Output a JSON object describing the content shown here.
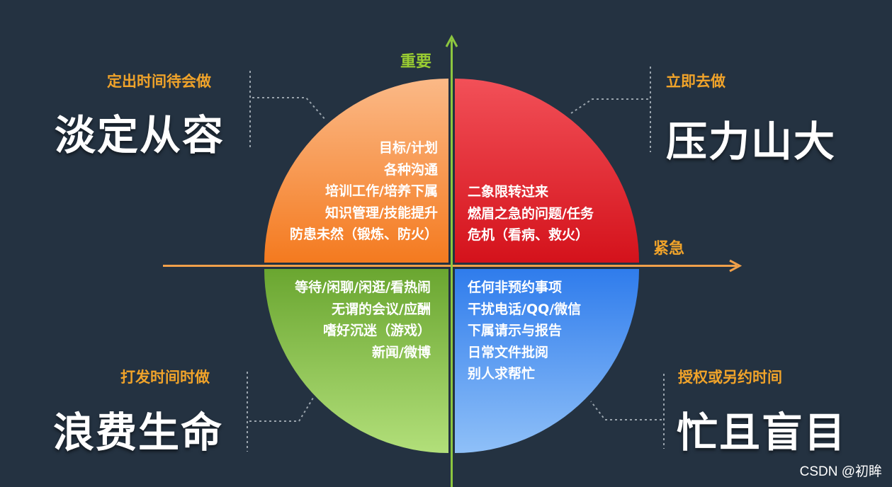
{
  "axes": {
    "vertical": "重要",
    "horizontal": "紧急"
  },
  "quadrants": {
    "top_left": {
      "subtitle": "定出时间待会做",
      "title": "淡定从容",
      "items": [
        "目标/计划",
        "各种沟通",
        "培训工作/培养下属",
        "知识管理/技能提升",
        "防患未然（锻炼、防火）"
      ],
      "color": "#f68a2a"
    },
    "top_right": {
      "subtitle": "立即去做",
      "title": "压力山大",
      "items": [
        "二象限转过来",
        "燃眉之急的问题/任务",
        "危机（看病、救火）"
      ],
      "color": "#e3242b"
    },
    "bottom_left": {
      "subtitle": "打发时间时做",
      "title": "浪费生命",
      "items": [
        "等待/闲聊/闲逛/看热闹",
        "无谓的会议/应酬",
        "嗜好沉迷（游戏）",
        "新闻/微博"
      ],
      "color": "#76b53a"
    },
    "bottom_right": {
      "subtitle": "授权或另约时间",
      "title": "忙且盲目",
      "items": [
        "任何非预约事项",
        "干扰电话/QQ/微信",
        "下属请示与报告",
        "日常文件批阅",
        "别人求帮忙"
      ],
      "color": "#3a86f0"
    }
  },
  "watermark": "CSDN @初眸"
}
